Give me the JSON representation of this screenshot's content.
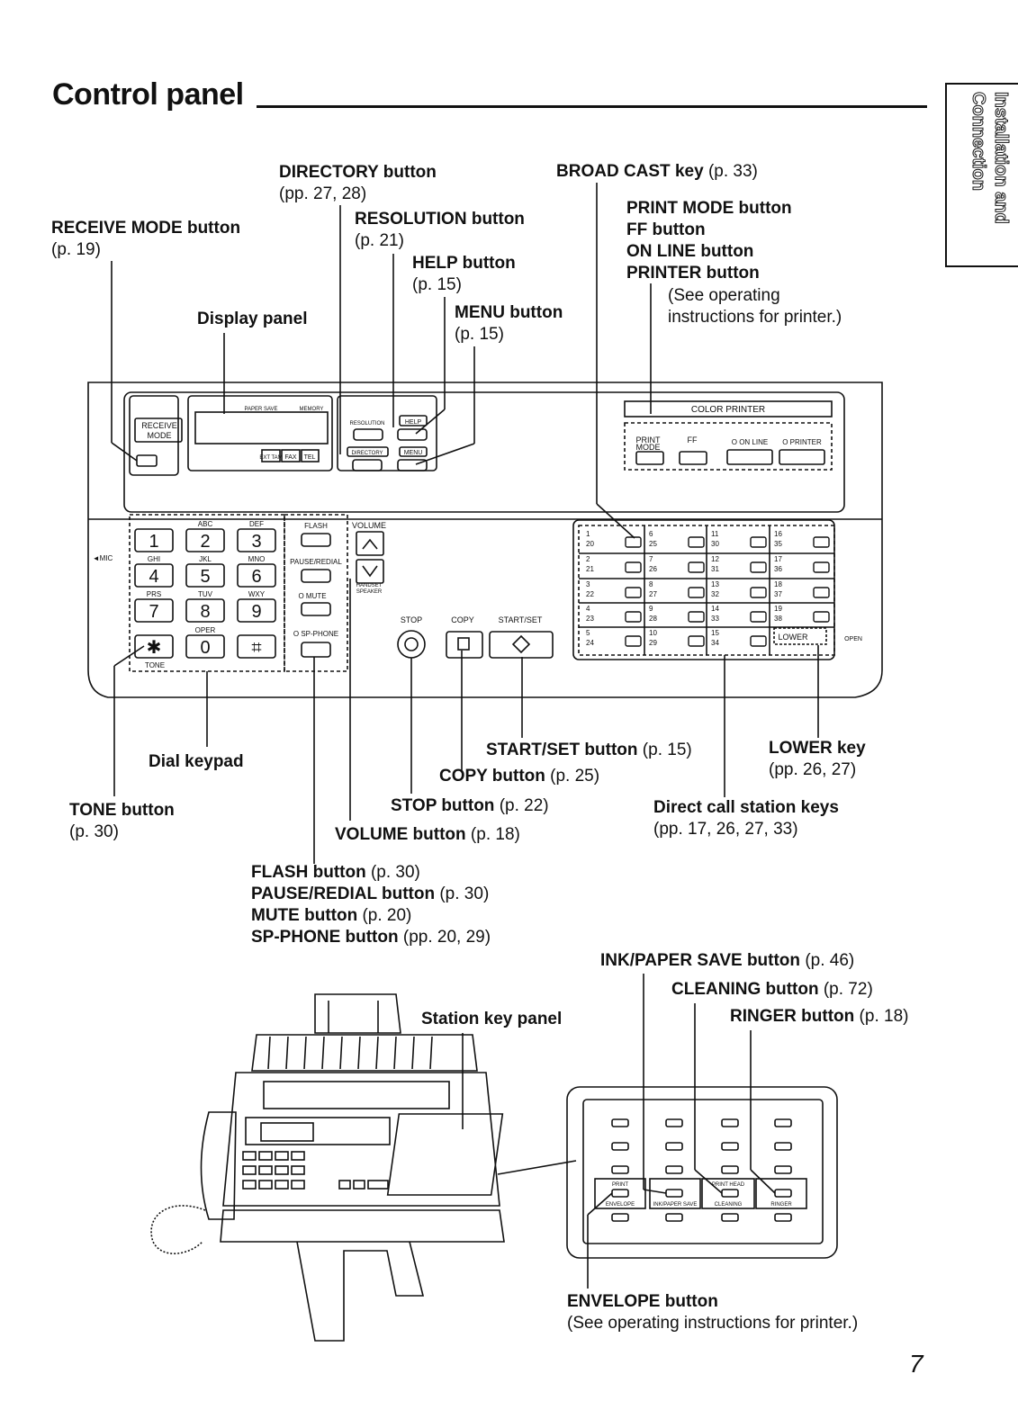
{
  "header": {
    "title": "Control panel",
    "side_tab": "Installation and Connection"
  },
  "callouts": {
    "directory": {
      "name": "DIRECTORY button",
      "ref": "(pp. 27, 28)"
    },
    "resolution": {
      "name": "RESOLUTION button",
      "ref": "(p. 21)"
    },
    "help": {
      "name": "HELP button",
      "ref": "(p. 15)"
    },
    "menu": {
      "name": "MENU button",
      "ref": "(p. 15)"
    },
    "receive_mode": {
      "name": "RECEIVE MODE button",
      "ref": "(p. 19)"
    },
    "display_panel": {
      "name": "Display panel"
    },
    "broadcast": {
      "name": "BROAD CAST key",
      "ref": "(p. 33)"
    },
    "print_mode": {
      "name": "PRINT MODE button"
    },
    "ff": {
      "name": "FF button"
    },
    "on_line": {
      "name": "ON LINE button"
    },
    "printer": {
      "name": "PRINTER button"
    },
    "printer_note_1": "(See operating",
    "printer_note_2": "instructions for printer.)",
    "start_set": {
      "name": "START/SET button",
      "ref": "(p. 15)"
    },
    "copy": {
      "name": "COPY button",
      "ref": "(p. 25)"
    },
    "stop": {
      "name": "STOP button",
      "ref": "(p. 22)"
    },
    "volume": {
      "name": "VOLUME button",
      "ref": "(p. 18)"
    },
    "lower": {
      "name": "LOWER key",
      "ref": "(pp. 26, 27)"
    },
    "direct_call": {
      "name": "Direct call station keys",
      "ref": "(pp. 17, 26, 27, 33)"
    },
    "dial_keypad": {
      "name": "Dial keypad"
    },
    "tone": {
      "name": "TONE button",
      "ref": "(p. 30)"
    },
    "flash": {
      "name": "FLASH button",
      "ref": "(p. 30)"
    },
    "pause_redial": {
      "name": "PAUSE/REDIAL button",
      "ref": "(p. 30)"
    },
    "mute": {
      "name": "MUTE button",
      "ref": "(p. 20)"
    },
    "sp_phone": {
      "name": "SP-PHONE button",
      "ref": "(pp. 20, 29)"
    },
    "ink_paper_save": {
      "name": "INK/PAPER SAVE button",
      "ref": "(p. 46)"
    },
    "cleaning": {
      "name": "CLEANING button",
      "ref": "(p. 72)"
    },
    "ringer": {
      "name": "RINGER button",
      "ref": "(p. 18)"
    },
    "station_key_panel": {
      "name": "Station key panel"
    },
    "envelope": {
      "name": "ENVELOPE button",
      "ref": "(See operating instructions for printer.)"
    }
  },
  "panel": {
    "receive_mode_1": "RECEIVE",
    "receive_mode_2": "MODE",
    "paper_save": "PAPER SAVE",
    "memory": "MEMORY",
    "ext_tam": "EXT TAM",
    "fax": "FAX",
    "tel": "TEL",
    "resolution": "RESOLUTION",
    "help": "HELP",
    "directory": "DIRECTORY",
    "menu": "MENU",
    "color_printer": "COLOR PRINTER",
    "print_mode_1": "PRINT",
    "print_mode_2": "MODE",
    "ff": "FF",
    "on_line": "O ON LINE",
    "printer": "O PRINTER",
    "mic": "◄MIC",
    "keypad": [
      {
        "digit": "1",
        "letters": ""
      },
      {
        "digit": "2",
        "letters": "ABC"
      },
      {
        "digit": "3",
        "letters": "DEF"
      },
      {
        "digit": "4",
        "letters": "GHI"
      },
      {
        "digit": "5",
        "letters": "JKL"
      },
      {
        "digit": "6",
        "letters": "MNO"
      },
      {
        "digit": "7",
        "letters": "PRS"
      },
      {
        "digit": "8",
        "letters": "TUV"
      },
      {
        "digit": "9",
        "letters": "WXY"
      },
      {
        "digit": "✱",
        "letters": ""
      },
      {
        "digit": "0",
        "letters": "OPER"
      },
      {
        "digit": "⌗",
        "letters": ""
      }
    ],
    "tone": "TONE",
    "flash": "FLASH",
    "pause_redial": "PAUSE/REDIAL",
    "mute": "O MUTE",
    "sp_phone": "O SP-PHONE",
    "volume": "VOLUME",
    "handset_speaker_1": "HANDSET",
    "handset_speaker_2": "SPEAKER",
    "stop": "STOP",
    "copy": "COPY",
    "start_set": "START/SET",
    "lower": "LOWER",
    "open": "OPEN",
    "station_numbers": [
      [
        "1",
        "20"
      ],
      [
        "6",
        "25"
      ],
      [
        "11",
        "30"
      ],
      [
        "16",
        "35"
      ],
      [
        "2",
        "21"
      ],
      [
        "7",
        "26"
      ],
      [
        "12",
        "31"
      ],
      [
        "17",
        "36"
      ],
      [
        "3",
        "22"
      ],
      [
        "8",
        "27"
      ],
      [
        "13",
        "32"
      ],
      [
        "18",
        "37"
      ],
      [
        "4",
        "23"
      ],
      [
        "9",
        "28"
      ],
      [
        "14",
        "33"
      ],
      [
        "19",
        "38"
      ],
      [
        "5",
        "24"
      ],
      [
        "10",
        "29"
      ],
      [
        "15",
        "34"
      ],
      [
        "",
        ""
      ]
    ]
  },
  "inset": {
    "print": "PRINT",
    "print_head": "PRINT HEAD",
    "envelope": "ENVELOPE",
    "ink_paper_save": "INK/PAPER SAVE",
    "cleaning": "CLEANING",
    "ringer": "RINGER"
  },
  "page_number": "7"
}
